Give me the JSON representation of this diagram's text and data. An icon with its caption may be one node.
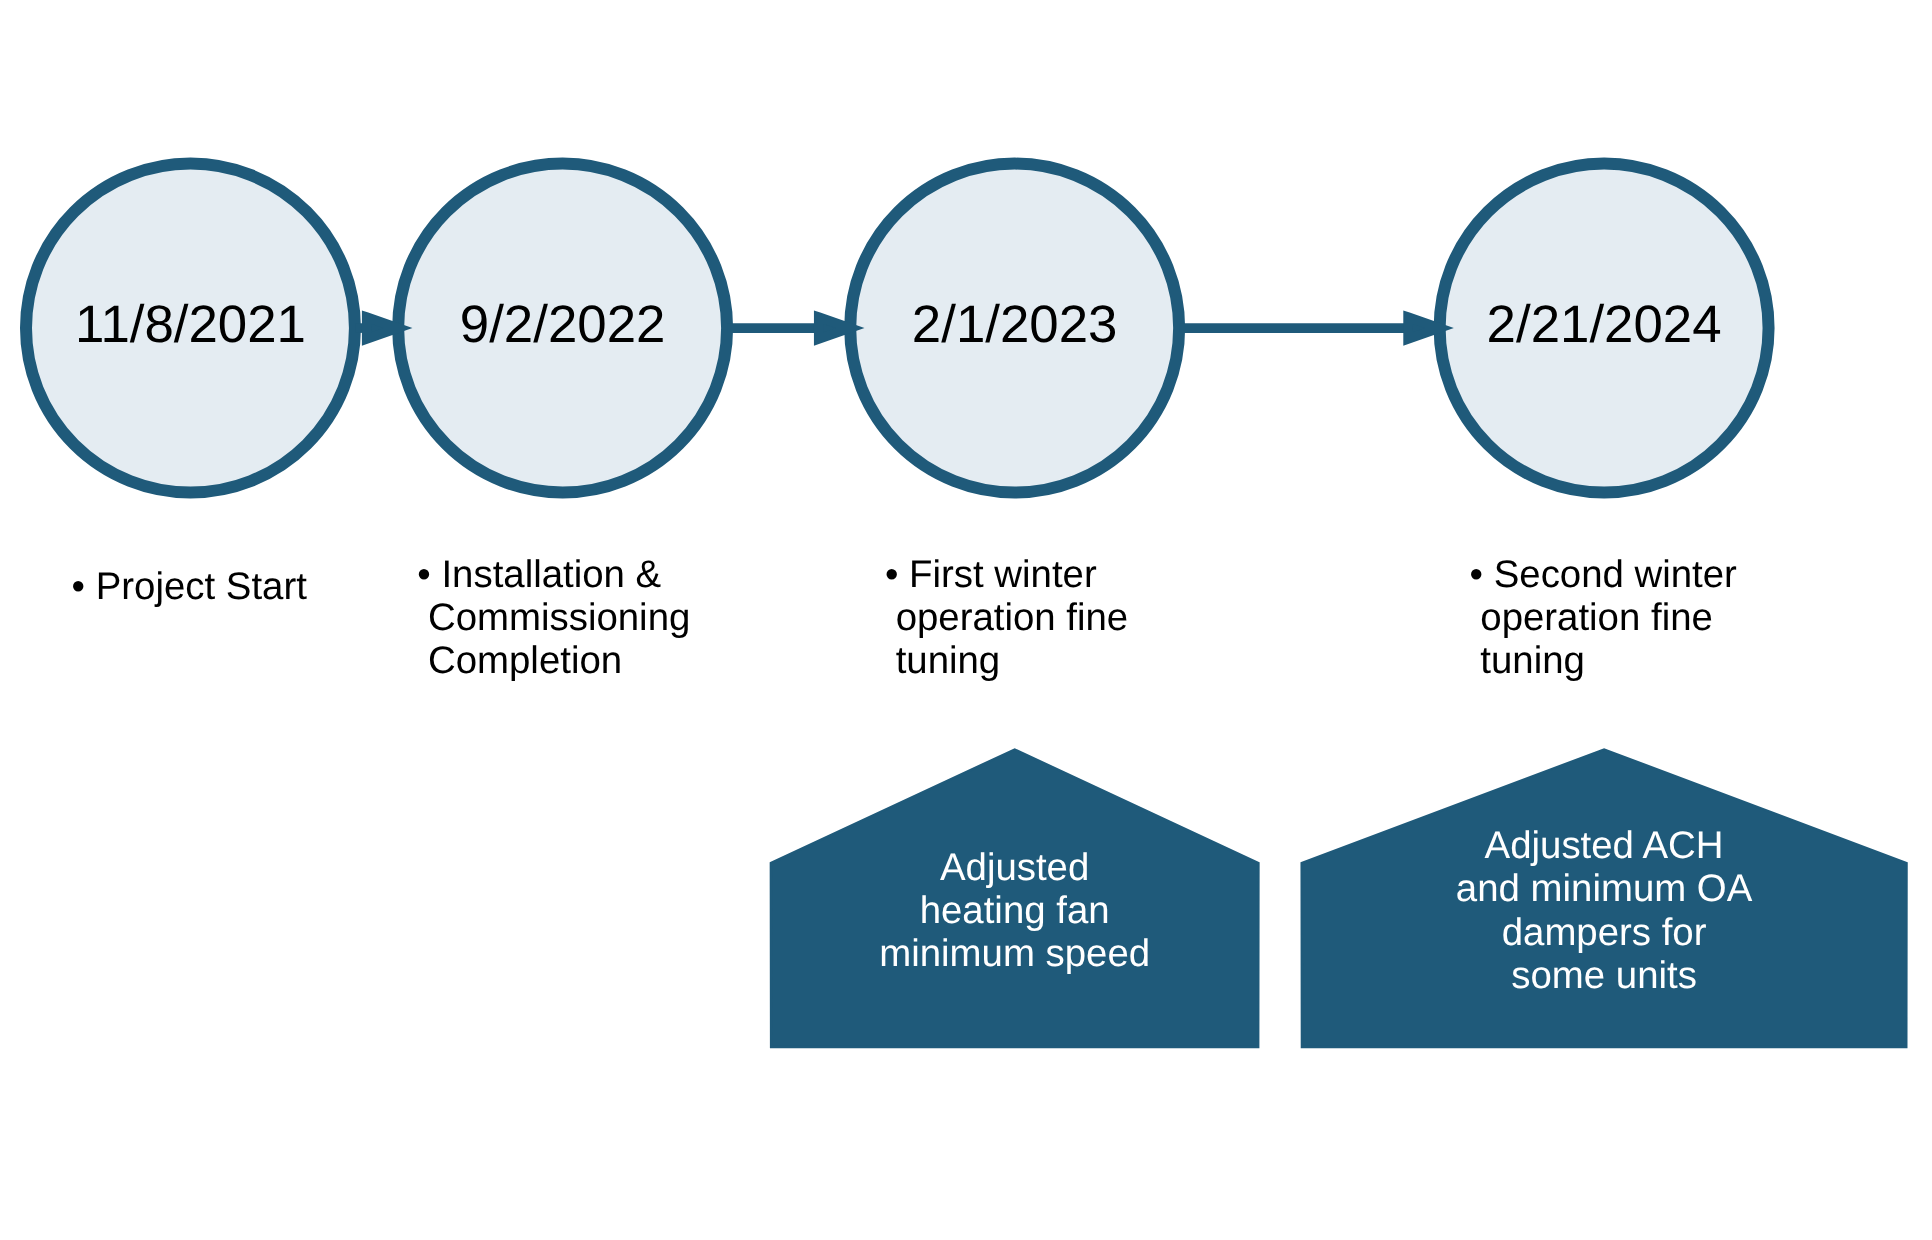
{
  "diagram": {
    "nodes": [
      {
        "text": [
          "11/8/2021"
        ],
        "beside": [
          "• Project Start"
        ]
      },
      {
        "text": [
          "9/2/2022"
        ],
        "beside": [
          "• Installation & Commissioning Completion"
        ]
      },
      {
        "text": [
          "2/1/2023"
        ],
        "beside": [
          "• First winter operation fine tuning"
        ]
      },
      {
        "text": [
          "2/21/2024"
        ],
        "beside": [
          "• Second winter operation fine tuning"
        ]
      },
      {
        "text": [
          "Adjusted heating fan minimum speed"
        ]
      },
      {
        "text": [
          "Adjusted ACH and minimum OA dampers for some units"
        ]
      }
    ],
    "edges": [
      {
        "from": 0,
        "to": 1,
        "arrow": "to"
      },
      {
        "from": 1,
        "to": 2,
        "arrow": "to"
      },
      {
        "from": 2,
        "to": 3,
        "arrow": "to"
      }
    ]
  }
}
